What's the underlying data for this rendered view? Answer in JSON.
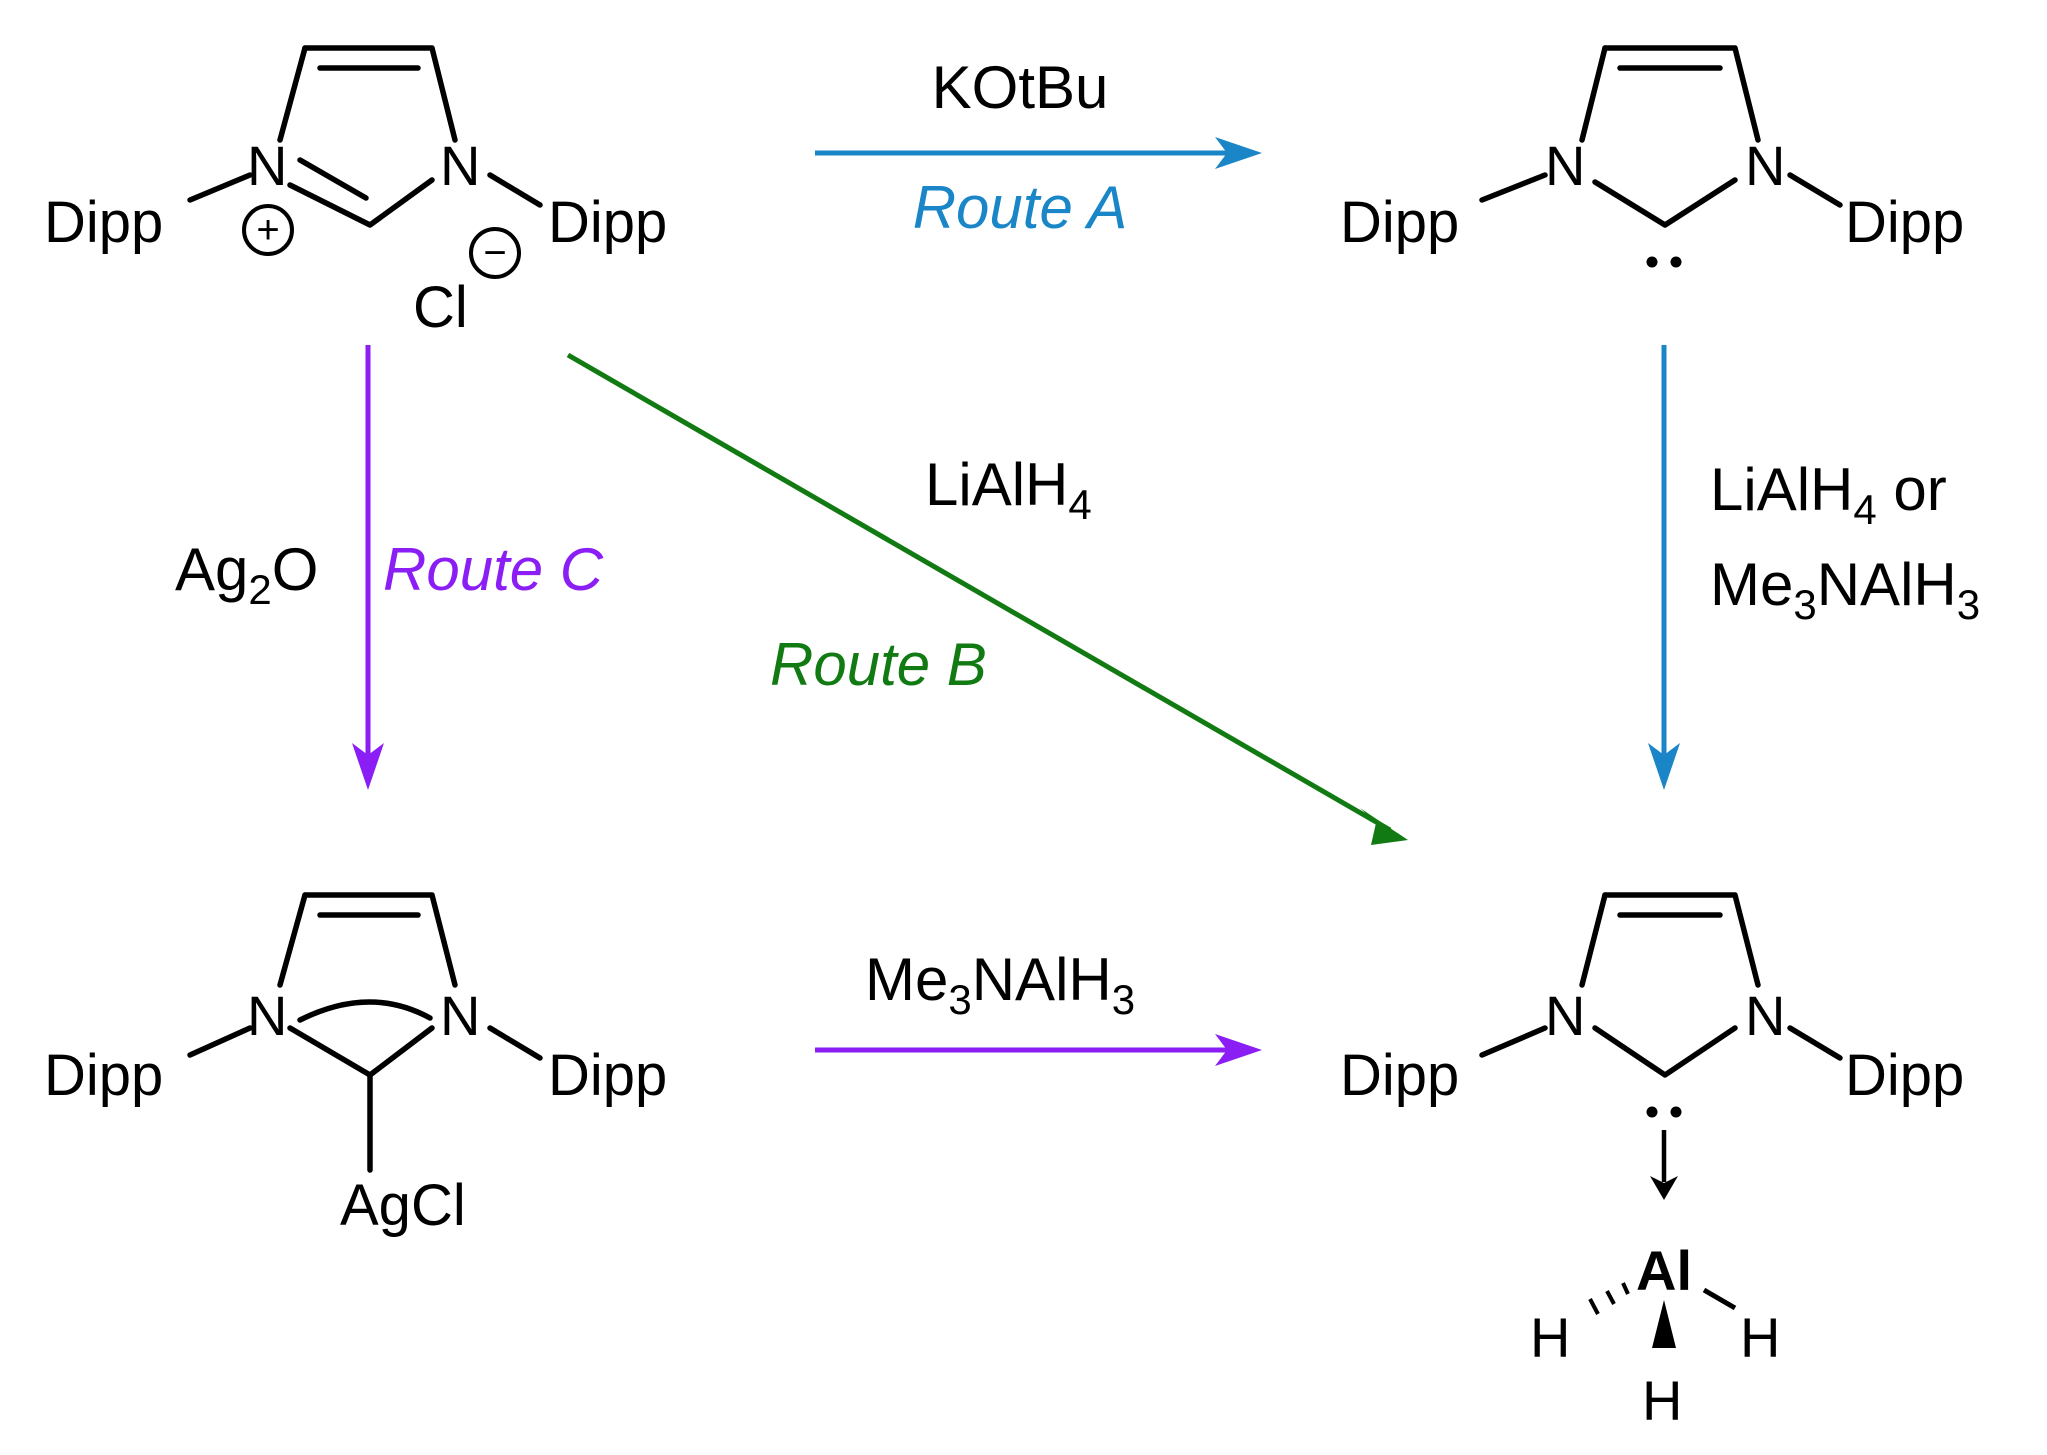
{
  "colors": {
    "route_a": "#1a86c7",
    "route_b": "#127a12",
    "route_c": "#8a1ef5",
    "ink": "#000000"
  },
  "structures": {
    "imidazolium_salt": {
      "n_left": "N",
      "n_right": "N",
      "subst_left": "Dipp",
      "subst_right": "Dipp",
      "plus_charge": "+",
      "minus_charge": "−",
      "counterion": "Cl"
    },
    "free_carbene": {
      "n_left": "N",
      "n_right": "N",
      "subst_left": "Dipp",
      "subst_right": "Dipp"
    },
    "silver_complex": {
      "n_left": "N",
      "n_right": "N",
      "subst_left": "Dipp",
      "subst_right": "Dipp",
      "metal_fragment": "AgCl"
    },
    "alane_adduct": {
      "n_left": "N",
      "n_right": "N",
      "subst_left": "Dipp",
      "subst_right": "Dipp",
      "al": "Al",
      "h_left": "H",
      "h_right": "H",
      "h_bottom": "H"
    }
  },
  "reagents": {
    "route_a_top": {
      "main": "KOtBu"
    },
    "route_a_vertical": {
      "line1_main": "LiAlH",
      "line1_sub": "4",
      "line1_tail": " or",
      "line2_pre": "Me",
      "line2_sub1": "3",
      "line2_mid": "NAlH",
      "line2_sub2": "3"
    },
    "route_b": {
      "main": "LiAlH",
      "sub": "4"
    },
    "route_c_vertical": {
      "main": "Ag",
      "sub": "2",
      "tail": "O"
    },
    "route_c_bottom": {
      "pre": "Me",
      "sub1": "3",
      "mid": "NAlH",
      "sub2": "3"
    }
  },
  "routes": {
    "a": "Route A",
    "b": "Route B",
    "c": "Route C"
  }
}
